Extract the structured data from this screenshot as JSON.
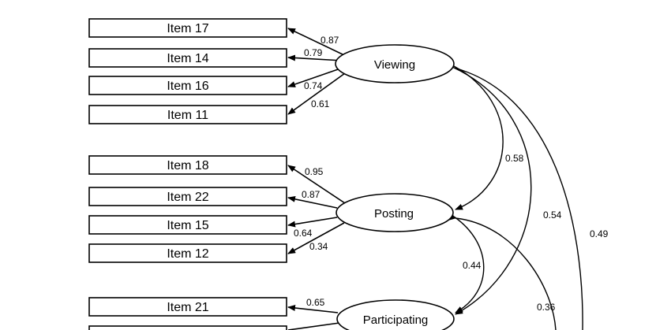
{
  "factors": [
    {
      "id": "viewing",
      "label": "Viewing"
    },
    {
      "id": "posting",
      "label": "Posting"
    },
    {
      "id": "participating",
      "label": "Participating"
    }
  ],
  "items": [
    {
      "label": "Item 17",
      "factor": "viewing",
      "loading": "0.87"
    },
    {
      "label": "Item 14",
      "factor": "viewing",
      "loading": "0.79"
    },
    {
      "label": "Item 16",
      "factor": "viewing",
      "loading": "0.74"
    },
    {
      "label": "Item 11",
      "factor": "viewing",
      "loading": "0.61"
    },
    {
      "label": "Item 18",
      "factor": "posting",
      "loading": "0.95"
    },
    {
      "label": "Item 22",
      "factor": "posting",
      "loading": "0.87"
    },
    {
      "label": "Item 15",
      "factor": "posting",
      "loading": "0.64"
    },
    {
      "label": "Item 12",
      "factor": "posting",
      "loading": "0.34"
    },
    {
      "label": "Item 21",
      "factor": "participating",
      "loading": "0.65"
    }
  ],
  "correlations": [
    {
      "from": "viewing",
      "to": "posting",
      "value": "0.58"
    },
    {
      "from": "viewing",
      "to": "participating",
      "value": "0.54"
    },
    {
      "from": "viewing",
      "to": "offscreen",
      "value": "0.49"
    },
    {
      "from": "posting",
      "to": "participating",
      "value": "0.44"
    },
    {
      "from": "posting",
      "to": "offscreen",
      "value": "0.36"
    }
  ],
  "colors": {
    "stroke": "#000000",
    "background": "#ffffff"
  }
}
